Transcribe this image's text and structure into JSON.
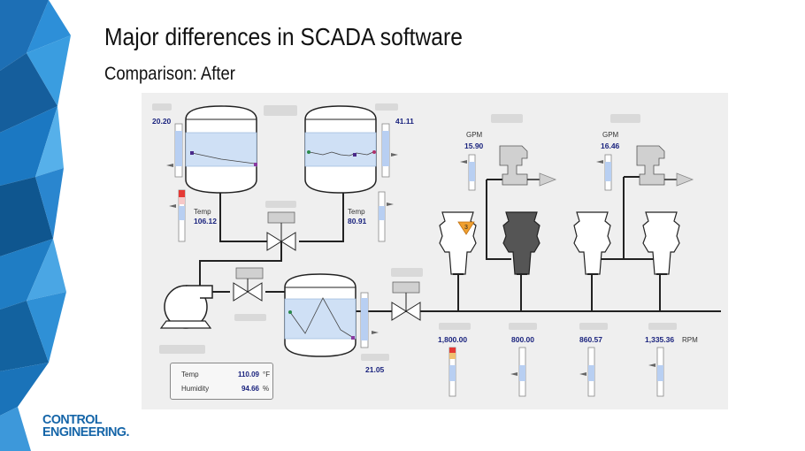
{
  "slide": {
    "title": "Major differences in SCADA software",
    "subtitle": "Comparison: After",
    "logo_line1": "CONTROL",
    "logo_line2": "ENGINEERING."
  },
  "colors": {
    "brand_blue": "#1565a8",
    "value_blue": "#1a237e",
    "tank_fill": "#cfe0f5",
    "alarm_red": "#e53935",
    "alarm_orange": "#f0a030",
    "pipe": "#222222",
    "panel_bg": "#efefef"
  },
  "diagram": {
    "tank1_level": "20.20",
    "tank2_level": "41.11",
    "tank3_level": "21.05",
    "temp_label": "Temp",
    "tank1_temp": "106.12",
    "tank2_temp": "80.91",
    "gpm_label": "GPM",
    "gpm_1": "15.90",
    "gpm_2": "16.46",
    "alarm_badge": "3",
    "rpm_values": [
      "1,800.00",
      "800.00",
      "860.57",
      "1,335.36"
    ],
    "rpm_label": "RPM",
    "info": {
      "temp_label": "Temp",
      "temp_value": "110.09",
      "temp_unit": "°F",
      "humidity_label": "Humidity",
      "humidity_value": "94.66",
      "humidity_unit": "%"
    }
  }
}
